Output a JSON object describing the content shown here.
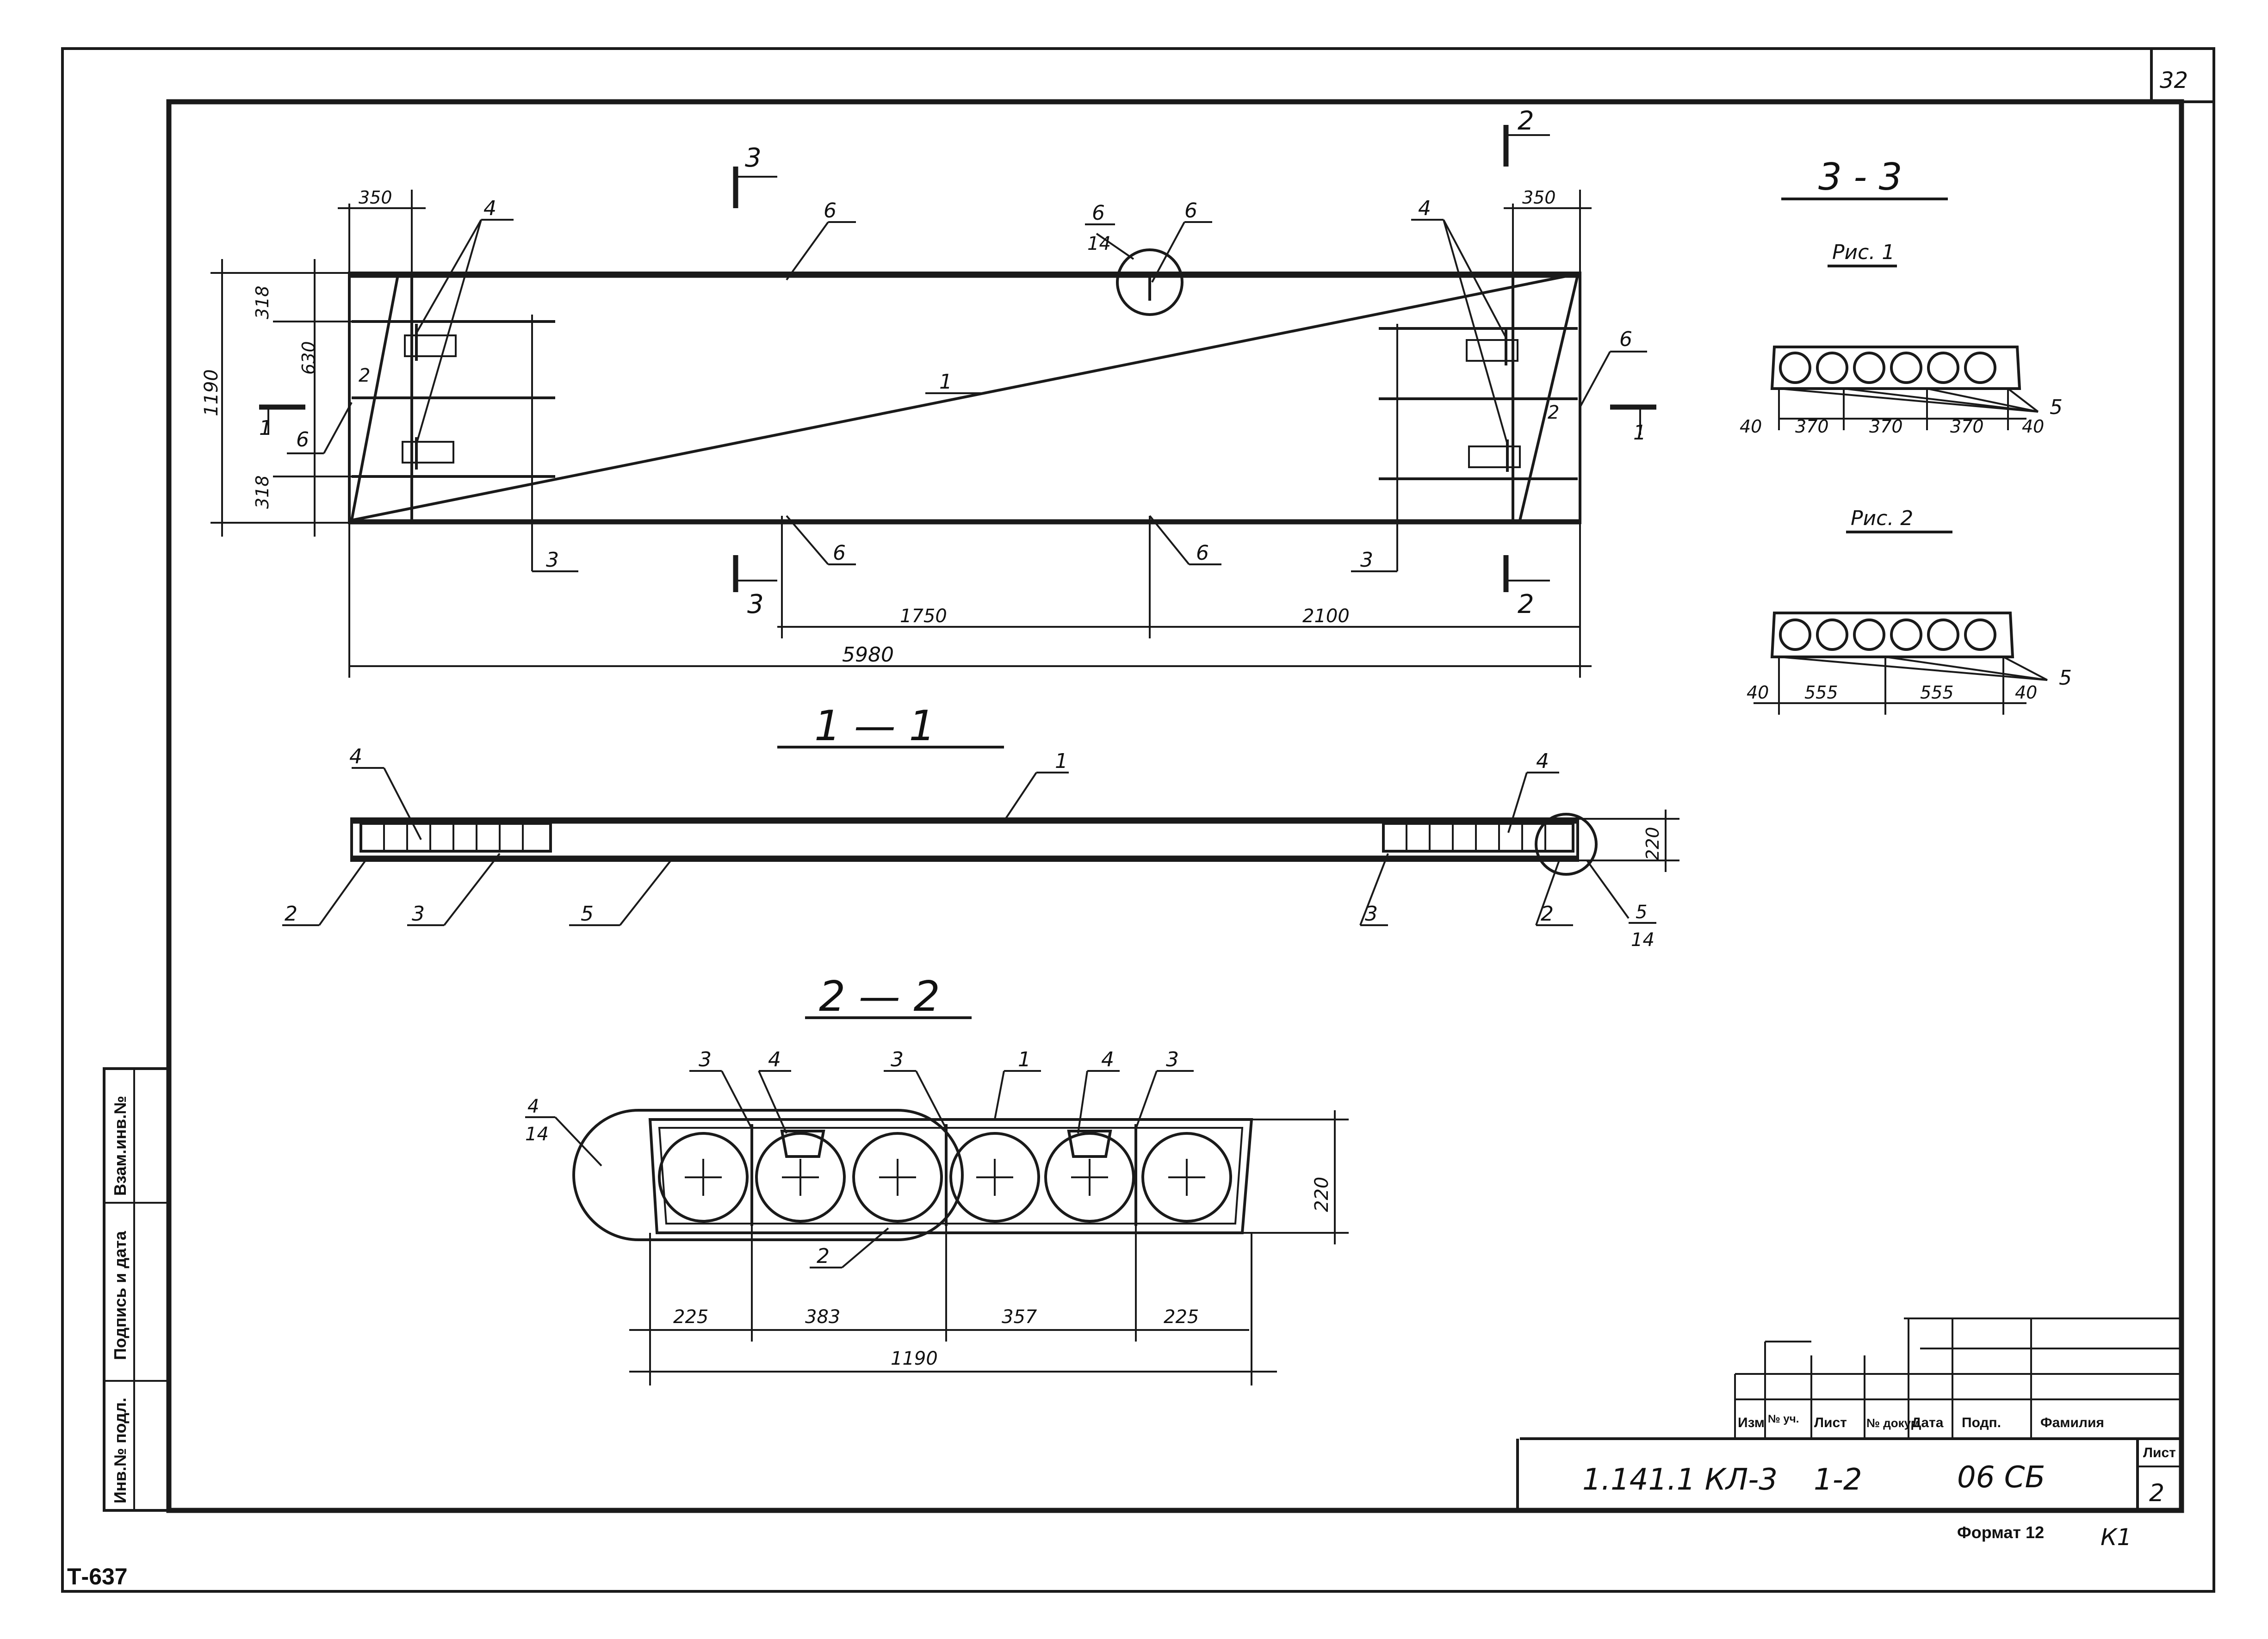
{
  "sheet": {
    "sheet_number": "32",
    "inventory_code": "Т-637",
    "format_label": "Формат 12",
    "initials": "К1"
  },
  "side_stamp": {
    "inv_no_podl": "Инв.№ подл.",
    "podpis_data": "Подпись и дата",
    "vzam_inv": "Взам.инв.№"
  },
  "title_block": {
    "headers": [
      "Изм",
      "№ уч.",
      "Лист",
      "№ докум",
      "Дата",
      "Подп.",
      "Фамилия"
    ],
    "designation": "1.141.1 КЛ-3",
    "issue": "1-2",
    "code": "06 СБ",
    "sheet_label": "Лист",
    "sheet_value": "2"
  },
  "plan_view": {
    "dim_overall": "5980",
    "dim_1750": "1750",
    "dim_2100": "2100",
    "dim_350_left": "350",
    "dim_350_right": "350",
    "dim_1190": "1190",
    "dim_318_top": "318",
    "dim_630": "630",
    "dim_318_bottom": "318",
    "mark_1": "1",
    "mark_2": "2",
    "mark_3": "3",
    "mark_4": "4",
    "mark_6": "6",
    "node_top": "6",
    "node_bottom": "14",
    "cut_1": "1",
    "cut_2": "2",
    "cut_3": "3"
  },
  "section_1_1": {
    "title": "1 — 1",
    "dim_220": "220",
    "mark_1": "1",
    "mark_2": "2",
    "mark_3": "3",
    "mark_4": "4",
    "mark_5": "5",
    "node_top": "5",
    "node_bottom": "14"
  },
  "section_2_2": {
    "title": "2 — 2",
    "dims": [
      "225",
      "383",
      "357",
      "225"
    ],
    "dim_total": "1190",
    "dim_220": "220",
    "mark_1": "1",
    "mark_2": "2",
    "mark_3": "3",
    "mark_4": "4",
    "node_top": "4",
    "node_bottom": "14"
  },
  "section_3_3": {
    "title": "3 - 3",
    "fig1_label": "Рис. 1",
    "fig1_dims": [
      "40",
      "370",
      "370",
      "370",
      "40"
    ],
    "fig2_label": "Рис. 2",
    "fig2_dims": [
      "40",
      "555",
      "555",
      "40"
    ],
    "mark_5": "5"
  }
}
